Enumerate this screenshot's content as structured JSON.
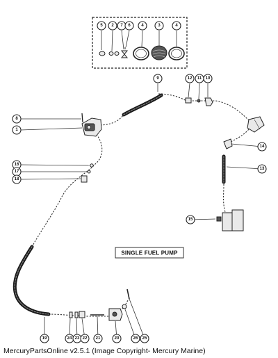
{
  "diagram": {
    "title": "SINGLE FUEL PUMP",
    "callouts": [
      "1",
      "2",
      "3",
      "4",
      "5",
      "6",
      "7",
      "8",
      "9",
      "10",
      "11",
      "12",
      "13",
      "14",
      "15",
      "16",
      "17",
      "18",
      "19",
      "20",
      "21",
      "22",
      "23",
      "24",
      "25",
      "26"
    ]
  },
  "caption": "MercuryPartsOnline v2.5.1 (Image Copyright- Mercury Marine)"
}
